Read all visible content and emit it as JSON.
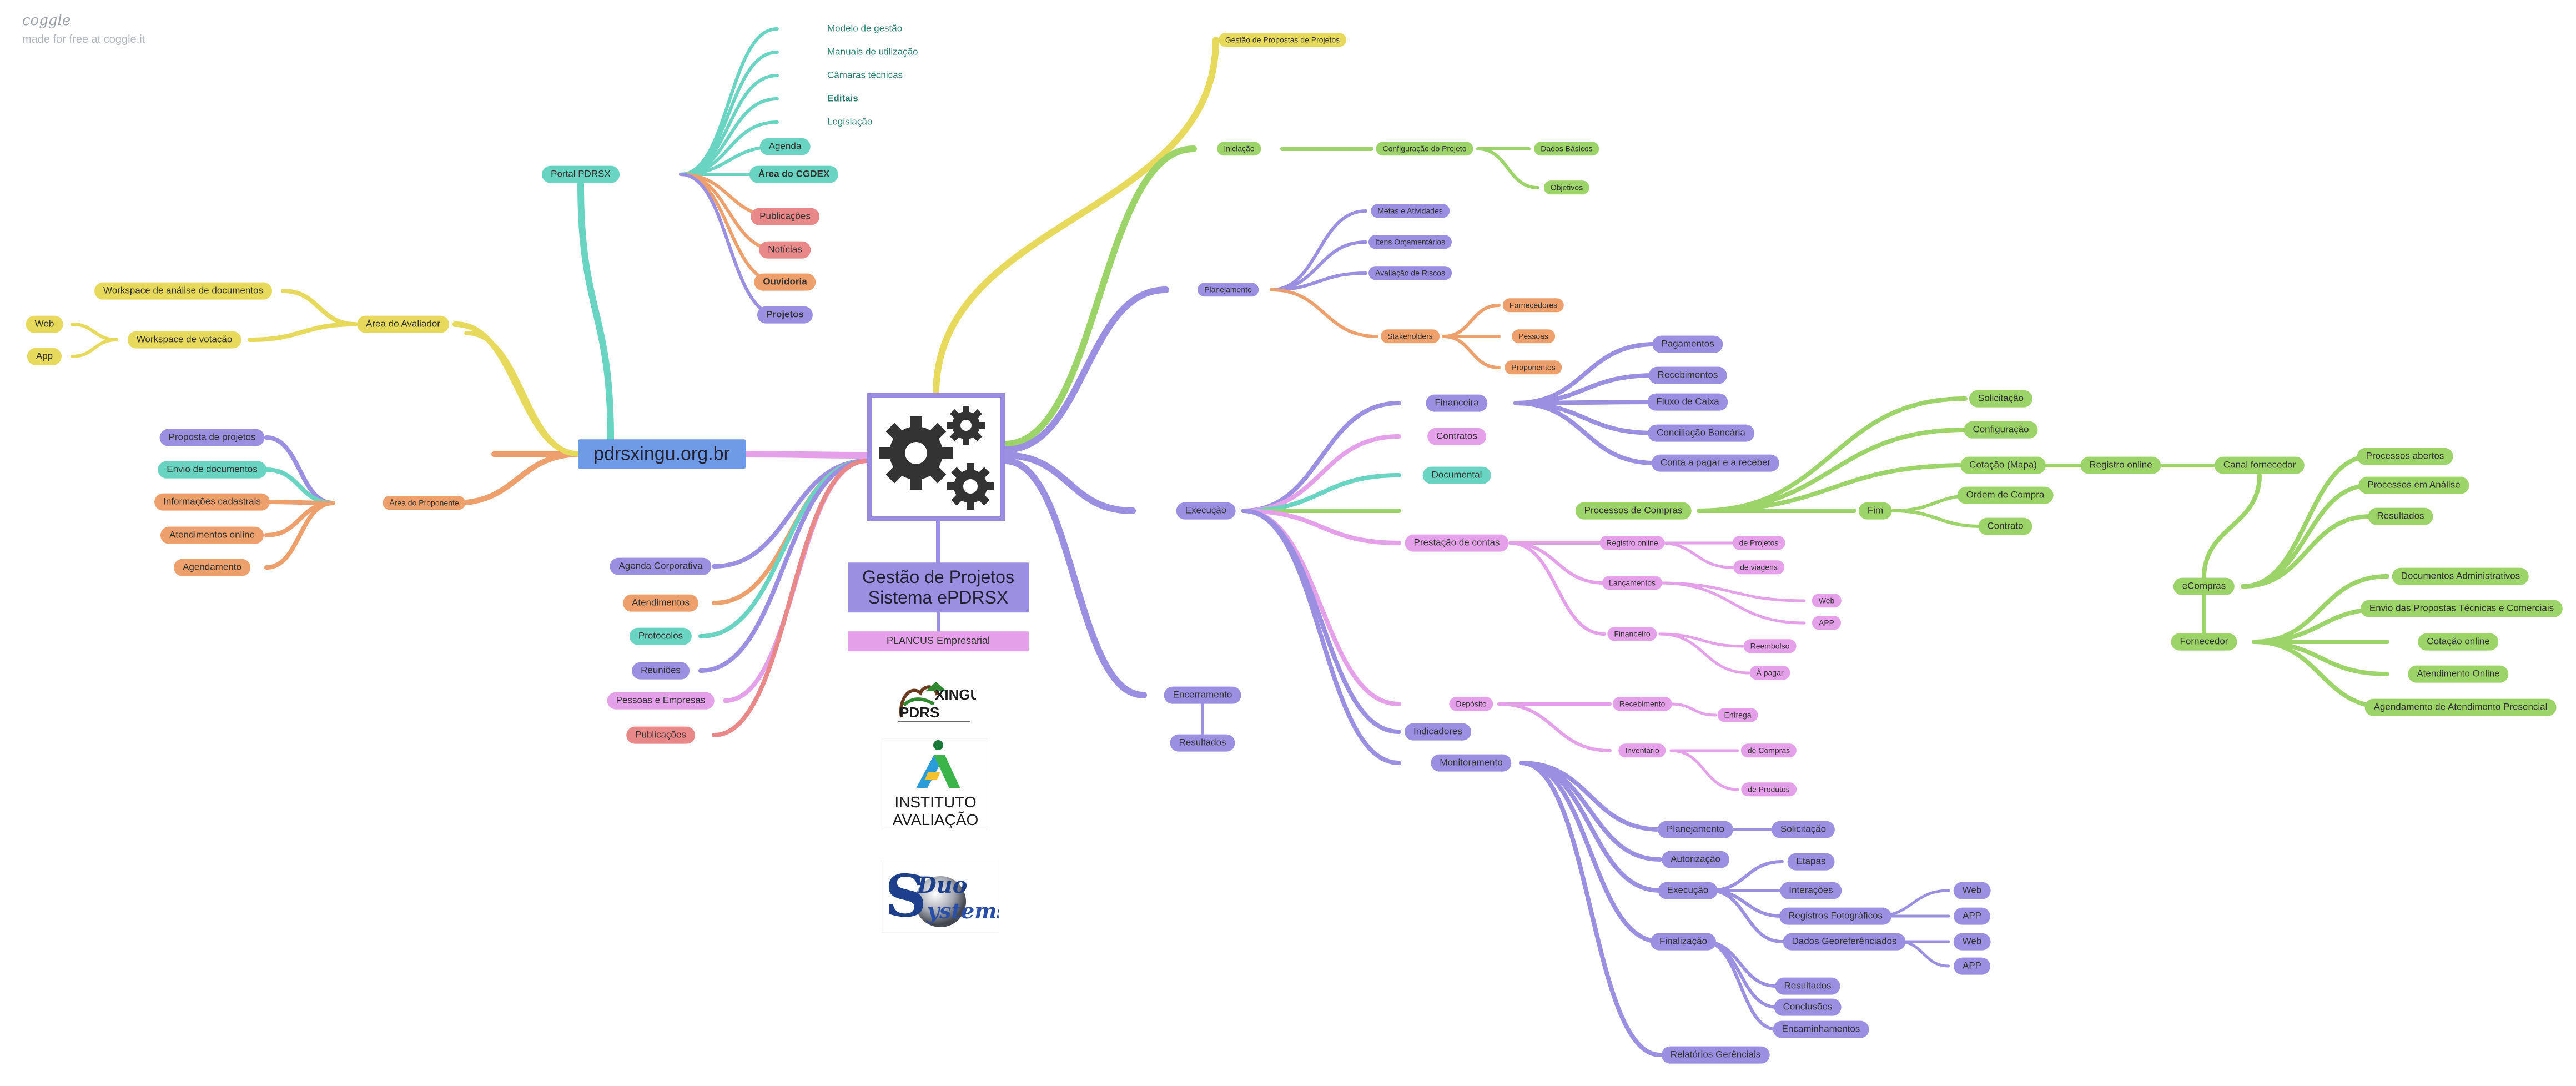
{
  "brand": {
    "name": "coggle",
    "made_for": "made for free at coggle.it"
  },
  "colors": {
    "teal": "#6ad4c2",
    "yellow": "#e6d95c",
    "green": "#9cd46a",
    "purple": "#9b8fe2",
    "pink": "#e4a0e8",
    "orange": "#eea06c",
    "red": "#e98888",
    "blue": "#6f9be6"
  },
  "nodes": [
    {
      "id": "center_title",
      "text": "Gestão de Projetos\nSistema ePDRSX"
    },
    {
      "id": "plancus",
      "text": "PLANCUS Empresarial"
    },
    {
      "id": "portal",
      "text": "pdrsxingu.org.br"
    },
    {
      "id": "portal_pdrsx",
      "text": "Portal PDRSX"
    },
    {
      "id": "modelo",
      "text": "Modelo de gestão"
    },
    {
      "id": "manuais",
      "text": "Manuais de utilização"
    },
    {
      "id": "camaras",
      "text": "Câmaras técnicas"
    },
    {
      "id": "editais",
      "text": "Editais"
    },
    {
      "id": "legislacao",
      "text": "Legislação"
    },
    {
      "id": "agenda",
      "text": "Agenda"
    },
    {
      "id": "area_cgdex",
      "text": "Área do CGDEX"
    },
    {
      "id": "publicacoes1",
      "text": "Publicações"
    },
    {
      "id": "noticias",
      "text": "Notícias"
    },
    {
      "id": "ouvidoria",
      "text": "Ouvidoria"
    },
    {
      "id": "projetos",
      "text": "Projetos"
    },
    {
      "id": "area_avaliador",
      "text": "Área do Avaliador"
    },
    {
      "id": "ws_analise",
      "text": "Workspace de análise de documentos"
    },
    {
      "id": "ws_votacao",
      "text": "Workspace de votação"
    },
    {
      "id": "web_l",
      "text": "Web"
    },
    {
      "id": "app_l",
      "text": "App"
    },
    {
      "id": "area_proponente",
      "text": "Área do Proponente"
    },
    {
      "id": "proposta",
      "text": "Proposta de projetos"
    },
    {
      "id": "envio_docs",
      "text": "Envio de documentos"
    },
    {
      "id": "info_cad",
      "text": "Informações cadastrais"
    },
    {
      "id": "atend_online_l",
      "text": "Atendimentos online"
    },
    {
      "id": "agendamento",
      "text": "Agendamento"
    },
    {
      "id": "agenda_corp",
      "text": "Agenda Corporativa"
    },
    {
      "id": "atendimentos",
      "text": "Atendimentos"
    },
    {
      "id": "protocolos",
      "text": "Protocolos"
    },
    {
      "id": "reunioes",
      "text": "Reuniões"
    },
    {
      "id": "pessoas_emp",
      "text": "Pessoas e Empresas"
    },
    {
      "id": "publicacoes2",
      "text": "Publicações"
    },
    {
      "id": "gestao_propostas",
      "text": "Gestão de Propostas de Projetos"
    },
    {
      "id": "iniciacao",
      "text": "Iniciação"
    },
    {
      "id": "config_proj",
      "text": "Configuração do Projeto"
    },
    {
      "id": "dados_basicos",
      "text": "Dados Básicos"
    },
    {
      "id": "objetivos",
      "text": "Objetivos"
    },
    {
      "id": "planejamento",
      "text": "Planejamento"
    },
    {
      "id": "metas",
      "text": "Metas e Atividades"
    },
    {
      "id": "itens_orc",
      "text": "Itens Orçamentários"
    },
    {
      "id": "aval_riscos",
      "text": "Avaliação de Riscos"
    },
    {
      "id": "stakeholders",
      "text": "Stakeholders"
    },
    {
      "id": "fornecedores",
      "text": "Fornecedores"
    },
    {
      "id": "pessoas",
      "text": "Pessoas"
    },
    {
      "id": "proponentes",
      "text": "Proponentes"
    },
    {
      "id": "execucao",
      "text": "Execução"
    },
    {
      "id": "financeira",
      "text": "Financeira"
    },
    {
      "id": "pagamentos",
      "text": "Pagamentos"
    },
    {
      "id": "recebimentos",
      "text": "Recebimentos"
    },
    {
      "id": "fluxo_caixa",
      "text": "Fluxo de Caixa"
    },
    {
      "id": "conciliacao",
      "text": "Conciliação Bancária"
    },
    {
      "id": "conta_pagar",
      "text": "Conta a pagar e a receber"
    },
    {
      "id": "contratos",
      "text": "Contratos"
    },
    {
      "id": "documental",
      "text": "Documental"
    },
    {
      "id": "proc_compras",
      "text": "Processos de Compras"
    },
    {
      "id": "solicitacao_c",
      "text": "Solicitação"
    },
    {
      "id": "configuracao_c",
      "text": "Configuração"
    },
    {
      "id": "cotacao",
      "text": "Cotação (Mapa)"
    },
    {
      "id": "registro_online_c",
      "text": "Registro online"
    },
    {
      "id": "canal_fornecedor",
      "text": "Canal fornecedor"
    },
    {
      "id": "fim",
      "text": "Fim"
    },
    {
      "id": "ordem_compra",
      "text": "Ordem de Compra"
    },
    {
      "id": "contrato",
      "text": "Contrato"
    },
    {
      "id": "prest_contas",
      "text": "Prestação de contas"
    },
    {
      "id": "registro_online_p",
      "text": "Registro online"
    },
    {
      "id": "de_projetos",
      "text": "de Projetos"
    },
    {
      "id": "de_viagens",
      "text": "de viagens"
    },
    {
      "id": "lancamentos",
      "text": "Lançamentos"
    },
    {
      "id": "web_p",
      "text": "Web"
    },
    {
      "id": "app_p",
      "text": "APP"
    },
    {
      "id": "financeiro",
      "text": "Financeiro"
    },
    {
      "id": "reembolso",
      "text": "Reembolso"
    },
    {
      "id": "a_pagar",
      "text": "À pagar"
    },
    {
      "id": "deposito",
      "text": "Depósito"
    },
    {
      "id": "recebimento",
      "text": "Recebimento"
    },
    {
      "id": "entrega",
      "text": "Entrega"
    },
    {
      "id": "inventario",
      "text": "Inventário"
    },
    {
      "id": "de_compras",
      "text": "de Compras"
    },
    {
      "id": "de_produtos",
      "text": "de Produtos"
    },
    {
      "id": "indicadores",
      "text": "Indicadores"
    },
    {
      "id": "monitoramento",
      "text": "Monitoramento"
    },
    {
      "id": "m_planejamento",
      "text": "Planejamento"
    },
    {
      "id": "m_solicitacao",
      "text": "Solicitação"
    },
    {
      "id": "autorizacao",
      "text": "Autorização"
    },
    {
      "id": "m_execucao",
      "text": "Execução"
    },
    {
      "id": "etapas",
      "text": "Etapas"
    },
    {
      "id": "interacoes",
      "text": "Interações"
    },
    {
      "id": "reg_foto",
      "text": "Registros Fotográficos"
    },
    {
      "id": "web_m1",
      "text": "Web"
    },
    {
      "id": "app_m1",
      "text": "APP"
    },
    {
      "id": "dados_geo",
      "text": "Dados Georeferênciados"
    },
    {
      "id": "web_m2",
      "text": "Web"
    },
    {
      "id": "app_m2",
      "text": "APP"
    },
    {
      "id": "finalizacao",
      "text": "Finalização"
    },
    {
      "id": "resultados_m",
      "text": "Resultados"
    },
    {
      "id": "conclusoes",
      "text": "Conclusões"
    },
    {
      "id": "encaminhamentos",
      "text": "Encaminhamentos"
    },
    {
      "id": "relatorios",
      "text": "Relatórios Gerênciais"
    },
    {
      "id": "encerramento",
      "text": "Encerramento"
    },
    {
      "id": "resultados_e",
      "text": "Resultados"
    },
    {
      "id": "ecompras",
      "text": "eCompras"
    },
    {
      "id": "proc_abertos",
      "text": "Processos abertos"
    },
    {
      "id": "proc_analise",
      "text": "Processos em Análise"
    },
    {
      "id": "resultados_c",
      "text": "Resultados"
    },
    {
      "id": "fornecedor",
      "text": "Fornecedor"
    },
    {
      "id": "docs_admin",
      "text": "Documentos Administrativos"
    },
    {
      "id": "envio_propostas",
      "text": "Envio das Propostas Técnicas e Comerciais"
    },
    {
      "id": "cotacao_online",
      "text": "Cotação online"
    },
    {
      "id": "atend_online_r",
      "text": "Atendimento Online"
    },
    {
      "id": "agend_presencial",
      "text": "Agendamento de Atendimento Presencial"
    }
  ],
  "logos": {
    "pdrs": {
      "text": "PDRSXINGU"
    },
    "instituto": {
      "line1": "INSTITUTO",
      "line2": "AVALIAÇÃO"
    },
    "duo": {
      "text": "Duo Systems"
    }
  }
}
